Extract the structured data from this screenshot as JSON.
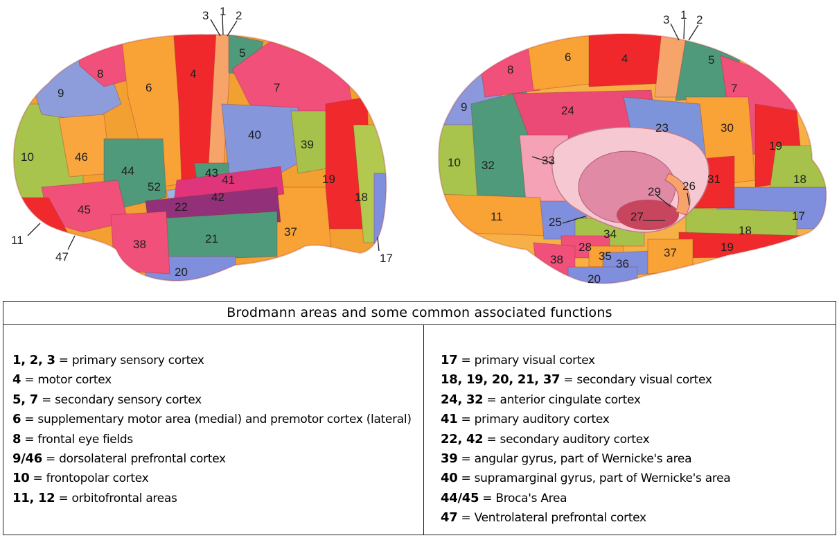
{
  "lateral_labels": [
    "1",
    "2",
    "3",
    "4",
    "5",
    "6",
    "7",
    "8",
    "9",
    "10",
    "11",
    "17",
    "18",
    "19",
    "20",
    "21",
    "22",
    "37",
    "38",
    "39",
    "40",
    "41",
    "42",
    "43",
    "44",
    "45",
    "46",
    "47",
    "52"
  ],
  "medial_labels": [
    "1",
    "2",
    "3",
    "4",
    "5",
    "6",
    "7",
    "8",
    "9",
    "10",
    "11",
    "17",
    "18",
    "19",
    "20",
    "23",
    "24",
    "25",
    "26",
    "27",
    "28",
    "29",
    "30",
    "31",
    "32",
    "33",
    "34",
    "35",
    "36",
    "37",
    "38"
  ],
  "legend": {
    "title": "Brodmann areas and some common associated functions",
    "left": [
      {
        "key": "1, 2, 3",
        "text": " = primary sensory cortex"
      },
      {
        "key": "4",
        "text": " = motor cortex"
      },
      {
        "key": "5, 7",
        "text": " = secondary sensory cortex"
      },
      {
        "key": "6",
        "text": " = supplementary motor area (medial) and premotor cortex (lateral)"
      },
      {
        "key": "8",
        "text": " = frontal eye fields"
      },
      {
        "key": "9/46",
        "text": " = dorsolateral prefrontal cortex"
      },
      {
        "key": "10",
        "text": " = frontopolar cortex"
      },
      {
        "key": "11, 12",
        "text": " = orbitofrontal areas"
      }
    ],
    "right": [
      {
        "key": "17",
        "text": " = primary visual cortex"
      },
      {
        "key": "18, 19, 20, 21, 37",
        "text": " = secondary visual cortex"
      },
      {
        "key": "24, 32",
        "text": " = anterior cingulate cortex"
      },
      {
        "key": "41",
        "text": " = primary auditory cortex"
      },
      {
        "key": "22, 42",
        "text": " = secondary auditory cortex"
      },
      {
        "key": "39",
        "text": " = angular gyrus, part of Wernicke's area"
      },
      {
        "key": "40",
        "text": " = supramarginal gyrus, part of Wernicke's area"
      },
      {
        "key": "44/45",
        "text": " = Broca's Area"
      },
      {
        "key": "47",
        "text": " = Ventrolateral prefrontal cortex"
      }
    ]
  },
  "colors": {
    "red": "#f0282c",
    "pink": "#f0507a",
    "orange": "#fb9d2f",
    "yellow": "#fbb84a",
    "lime": "#a7c24a",
    "teal": "#4f9a7a",
    "blue": "#7d8fdc",
    "lightblue": "#9fb5e8",
    "magenta": "#e23a78",
    "purple": "#93307a",
    "pale": "#f6c9d2"
  }
}
